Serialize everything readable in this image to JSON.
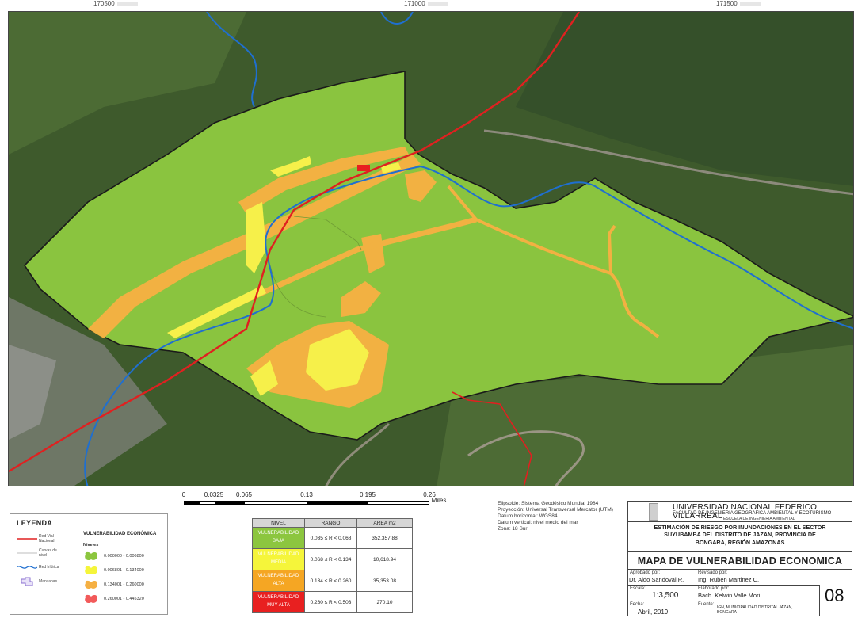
{
  "coordinates": {
    "top": [
      "170500",
      "171000",
      "171500"
    ]
  },
  "scale_bar": {
    "labels": [
      "0",
      "0.0325",
      "0.065",
      "0.13",
      "0.195",
      "0.26"
    ],
    "unit": "Miles"
  },
  "legend": {
    "title": "LEYENDA",
    "items": [
      {
        "label": "Red Vial Nacional",
        "icon": "red-line-icon",
        "color": "#e02020"
      },
      {
        "label": "Curvas de nivel",
        "icon": "gray-line-icon",
        "color": "#bdbdbd"
      },
      {
        "label": "Red hídrica",
        "icon": "blue-wave-icon",
        "color": "#1f6fd0"
      },
      {
        "label": "Manzanas",
        "icon": "block-polygon-icon",
        "color": "#8a6fd0"
      }
    ],
    "vulnerability_title": "VULNERABILIDAD ECONÓMICA",
    "levels_title": "Niveles",
    "levels": [
      {
        "range": "0.000000 - 0.006800",
        "color": "#8cc63f"
      },
      {
        "range": "0.006801 - 0.134000",
        "color": "#f5f53a"
      },
      {
        "range": "0.134001 - 0.260000",
        "color": "#f5b043"
      },
      {
        "range": "0.260001 - 0.445320",
        "color": "#f25a5a"
      }
    ]
  },
  "table": {
    "headers": [
      "NIVEL",
      "RANGO",
      "AREA m2"
    ],
    "rows": [
      {
        "level_line1": "VULNERABILIDAD",
        "level_line2": "BAJA",
        "range": "0.035 ≤ R < 0.068",
        "area": "352,357.88",
        "color": "#8cc63f"
      },
      {
        "level_line1": "VULNERABILIDAD",
        "level_line2": "MEDIA",
        "range": "0.068 ≤ R < 0.134",
        "area": "10,618.94",
        "color": "#f5f53a"
      },
      {
        "level_line1": "VULNERABILIDAD",
        "level_line2": "ALTA",
        "range": "0.134 ≤ R < 0.260",
        "area": "35,353.08",
        "color": "#f5a623"
      },
      {
        "level_line1": "VULNERABILIDAD",
        "level_line2": "MUY ALTA",
        "range": "0.260 ≤ R < 0.503",
        "area": "270.10",
        "color": "#e82020"
      }
    ]
  },
  "notes": [
    "Elipsoide: Sistema Geodésico Mundial 1984",
    "Proyección: Universal Transversal Mercator (UTM)",
    "Datum horizontal: WGS84",
    "Datum vertical: nivel medio del mar",
    "Zona: 18 Sur"
  ],
  "title_block": {
    "university": "UNIVERSIDAD NACIONAL FEDERICO VILLARREAL",
    "faculty": "FACULTAD DE INGENIERIA GEOGRAFICA AMBIENTAL Y ECOTURISMO",
    "school": "ESCUELA DE INGENIERIA AMBIENTAL",
    "study_line1": "ESTIMACIÓN DE RIESGO POR INUNDACIONES EN EL SECTOR",
    "study_line2": "SUYUBAMBA DEL DISTRITO DE JAZAN, PROVINCIA DE",
    "study_line3": "BONGARA, REGIÓN AMAZONAS",
    "map_title": "MAPA DE VULNERABILIDAD ECONOMICA",
    "approved_label": "Aprobado por:",
    "approved_value": "Dr. Aldo Sandoval R.",
    "reviewed_label": "Revisado por:",
    "reviewed_value": "Ing. Ruben Martinez C.",
    "scale_label": "Escala:",
    "scale_value": "1:3,500",
    "prepared_label": "Elaborado por:",
    "prepared_value": "Bach. Kelwin Valle Mori",
    "date_label": "Fecha:",
    "date_value": "Abril, 2019",
    "source_label": "Fuente:",
    "source_value": "IGN, MUNICIPALIDAD DISTRITAL JAZÁN, BONGARA",
    "sheet_number": "08"
  }
}
